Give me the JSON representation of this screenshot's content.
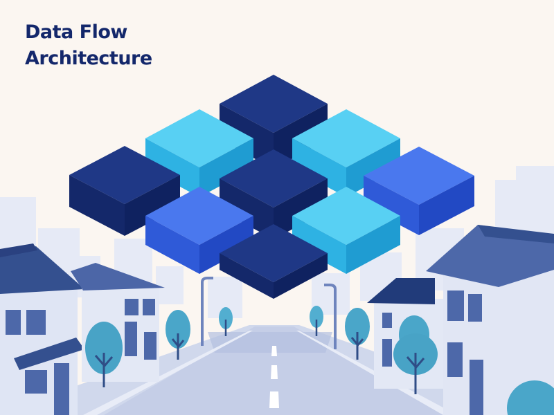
{
  "title": {
    "line1": "Data Flow",
    "line2": "Architecture"
  },
  "colors": {
    "background": "#fbf6f1",
    "title_text": "#13276b",
    "block_navy": "#1b327c",
    "block_cyan": "#4fc8ee",
    "block_blue": "#3a66e0",
    "house_roof": "#3a5193",
    "house_wall": "#dde3f3",
    "tree": "#4aa6c9",
    "road": "#c7d0e8"
  },
  "icons": [
    "isometric-block",
    "house",
    "tree",
    "street-lamp",
    "road"
  ]
}
